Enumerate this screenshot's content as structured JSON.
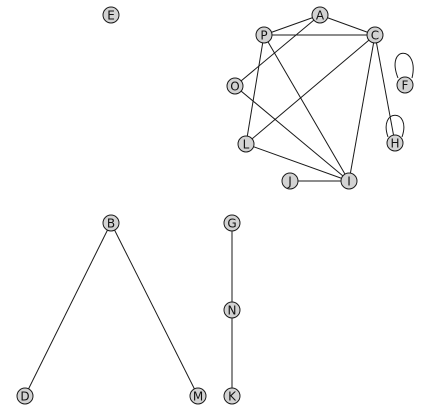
{
  "graph": {
    "nodes": [
      {
        "id": "E",
        "label": "E"
      },
      {
        "id": "A",
        "label": "A"
      },
      {
        "id": "P",
        "label": "P"
      },
      {
        "id": "C",
        "label": "C"
      },
      {
        "id": "O",
        "label": "O"
      },
      {
        "id": "F",
        "label": "F"
      },
      {
        "id": "H",
        "label": "H"
      },
      {
        "id": "L",
        "label": "L"
      },
      {
        "id": "J",
        "label": "J"
      },
      {
        "id": "I",
        "label": "I"
      },
      {
        "id": "B",
        "label": "B"
      },
      {
        "id": "G",
        "label": "G"
      },
      {
        "id": "N",
        "label": "N"
      },
      {
        "id": "D",
        "label": "D"
      },
      {
        "id": "M",
        "label": "M"
      },
      {
        "id": "K",
        "label": "K"
      }
    ],
    "edges": [
      {
        "source": "P",
        "target": "A"
      },
      {
        "source": "A",
        "target": "O"
      },
      {
        "source": "P",
        "target": "C"
      },
      {
        "source": "A",
        "target": "C"
      },
      {
        "source": "P",
        "target": "L"
      },
      {
        "source": "P",
        "target": "I"
      },
      {
        "source": "C",
        "target": "L"
      },
      {
        "source": "C",
        "target": "I"
      },
      {
        "source": "C",
        "target": "H"
      },
      {
        "source": "O",
        "target": "I"
      },
      {
        "source": "L",
        "target": "I"
      },
      {
        "source": "J",
        "target": "I"
      },
      {
        "source": "F",
        "target": "F"
      },
      {
        "source": "H",
        "target": "H"
      },
      {
        "source": "B",
        "target": "D"
      },
      {
        "source": "B",
        "target": "M"
      },
      {
        "source": "G",
        "target": "N"
      },
      {
        "source": "N",
        "target": "K"
      }
    ]
  }
}
